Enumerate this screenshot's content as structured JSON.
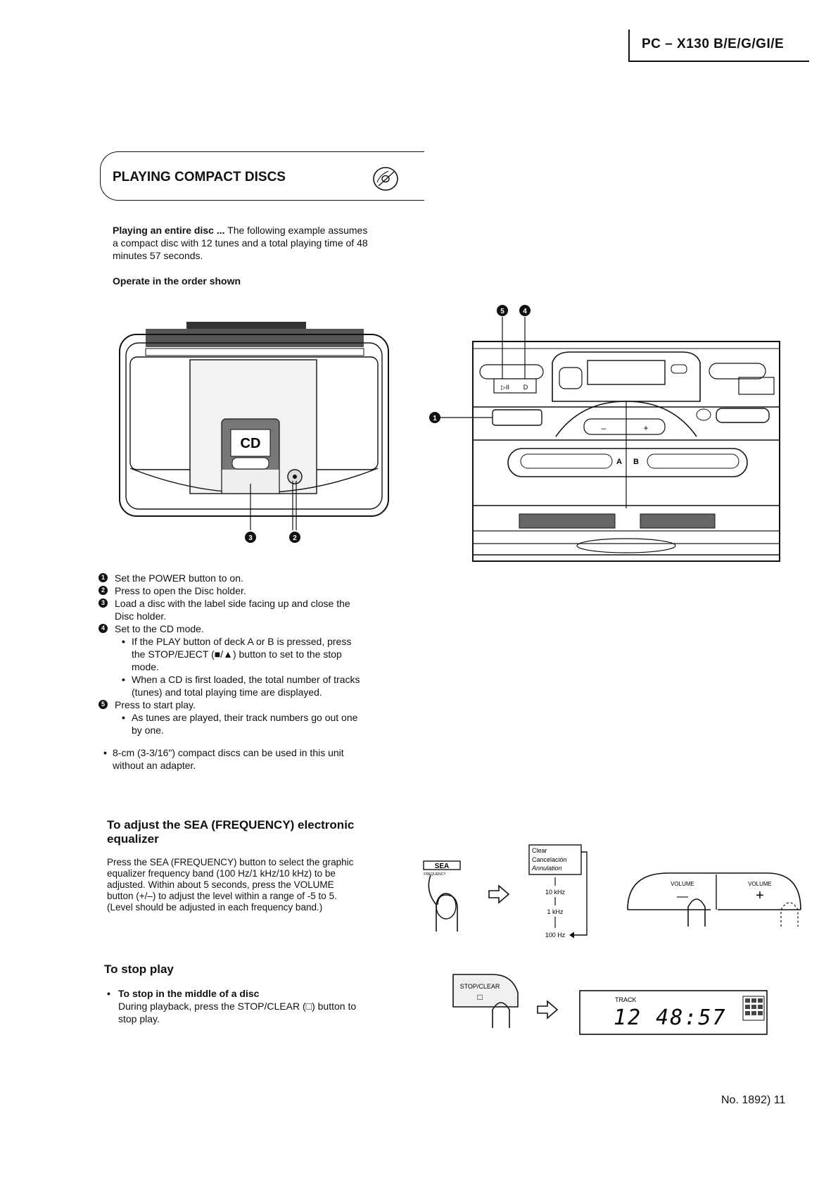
{
  "header": {
    "model": "PC – X130 B/E/G/GI/E"
  },
  "section": {
    "title": "PLAYING COMPACT DISCS",
    "icon": "cd-disc-icon"
  },
  "intro": {
    "lead": "Playing an entire disc ...",
    "line1": " The following example assumes",
    "line2": "a compact disc with 12 tunes and a total playing time of 48",
    "line3": "minutes 57 seconds."
  },
  "operate": "Operate in the order shown",
  "figure_left": {
    "cd_label": "CD",
    "callout_3": "3",
    "callout_2": "2"
  },
  "figure_right": {
    "callout_5": "5",
    "callout_4": "4",
    "callout_1": "1",
    "play_pause_label": "▷II",
    "cd_btn_label": "D",
    "deck_a": "A",
    "deck_b": "B",
    "vol_minus": "–",
    "vol_plus": "+"
  },
  "steps": [
    {
      "num": "1",
      "l1": "Set the POWER button to on."
    },
    {
      "num": "2",
      "l1": "Press to open the Disc holder."
    },
    {
      "num": "3",
      "l1": "Load a disc with the label side facing up and close the",
      "l2": "Disc holder."
    },
    {
      "num": "4",
      "l1": "Set to the CD mode.",
      "b1": [
        "If the PLAY button of deck A or B is pressed, press",
        "the STOP/EJECT (■/▲) button to set to the stop",
        "mode."
      ],
      "b2": [
        "When a CD is first loaded, the total number of tracks",
        "(tunes) and total playing time are displayed."
      ]
    },
    {
      "num": "5",
      "l1": "Press to start play.",
      "b1": [
        "As tunes are played, their track numbers go out one",
        "by one."
      ]
    }
  ],
  "note": [
    "8-cm (3-3/16\") compact discs can be used in this unit",
    "without an adapter."
  ],
  "sea": {
    "heading1": "To adjust the SEA (FREQUENCY) electronic",
    "heading2": "equalizer",
    "body": [
      "Press the SEA (FREQUENCY) button to select the graphic",
      "equalizer frequency band (100 Hz/1 kHz/10 kHz) to be",
      "adjusted. Within about 5 seconds, press the VOLUME",
      "button (+/–) to adjust the level within a range of -5 to 5.",
      "(Level should be adjusted in each frequency band.)"
    ],
    "btn_label1": "SEA",
    "btn_label2": "FREQUENCY",
    "clear_box": [
      "Clear",
      "Cancelación",
      "Annulation"
    ],
    "freqs": [
      "10 kHz",
      "1 kHz",
      "100 Hz"
    ],
    "vol_label_left": "VOLUME",
    "vol_label_right": "VOLUME",
    "vol_minus": "—",
    "vol_plus": "+"
  },
  "stop": {
    "heading": "To stop play",
    "bullet_title": "To stop in the middle of a disc",
    "body1": "During playback, press the STOP/CLEAR (□) button to",
    "body2": "stop play.",
    "btn_label": "STOP/CLEAR",
    "btn_symbol": "□",
    "lcd_track": "TRACK",
    "lcd_digits": "12 48:57"
  },
  "footer": {
    "page": "No. 1892) 11"
  }
}
